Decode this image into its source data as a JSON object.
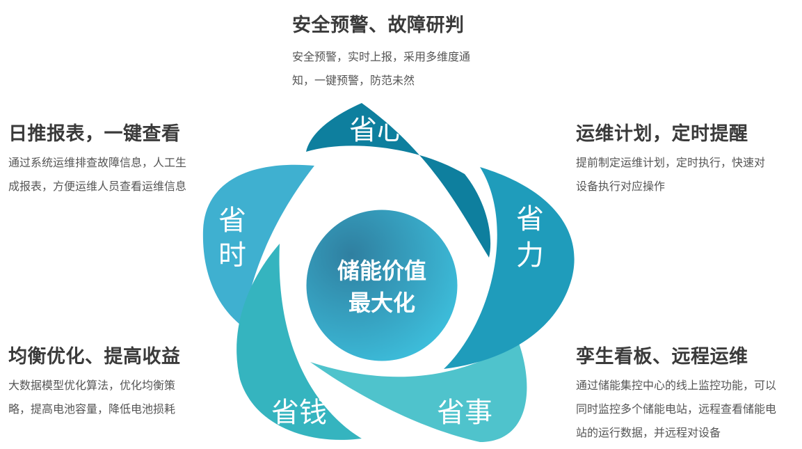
{
  "center": {
    "line1": "储能价值",
    "line2": "最大化"
  },
  "petals": {
    "top": {
      "label": "省心"
    },
    "right": {
      "label1": "省",
      "label2": "力"
    },
    "bottom_right": {
      "label": "省事"
    },
    "bottom_left": {
      "label": "省钱"
    },
    "left": {
      "label1": "省",
      "label2": "时"
    }
  },
  "features": {
    "top": {
      "title": "安全预警、故障研判",
      "desc": "安全预警，实时上报，采用多维度通\n知，一键预警，防范未然"
    },
    "left_top": {
      "title": "日推报表，一键查看",
      "desc": "通过系统运维排查故障信息，人工生\n成报表，方便运维人员查看运维信息"
    },
    "right_top": {
      "title": "运维计划，定时提醒",
      "desc": "提前制定运维计划，定时执行，快速对\n设备执行对应操作"
    },
    "left_bottom": {
      "title": "均衡优化、提高收益",
      "desc": "大数据模型优化算法，优化均衡策\n略，提高电池容量，降低电池损耗"
    },
    "right_bottom": {
      "title": "孪生看板、远程运维",
      "desc": "通过储能集控中心的线上监控功能，可以\n同时监控多个储能电站，远程查看储能电\n站的运行数据，并远程对设备"
    }
  },
  "colors": {
    "petal_top": "#0e7f9e",
    "petal_right": "#1f9cbb",
    "petal_bottom_right": "#4fc3cc",
    "petal_bottom_left": "#35b4bf",
    "petal_left": "#3fb0d0",
    "center_dark": "#2f7fa0",
    "center_light": "#3ec3e0"
  }
}
